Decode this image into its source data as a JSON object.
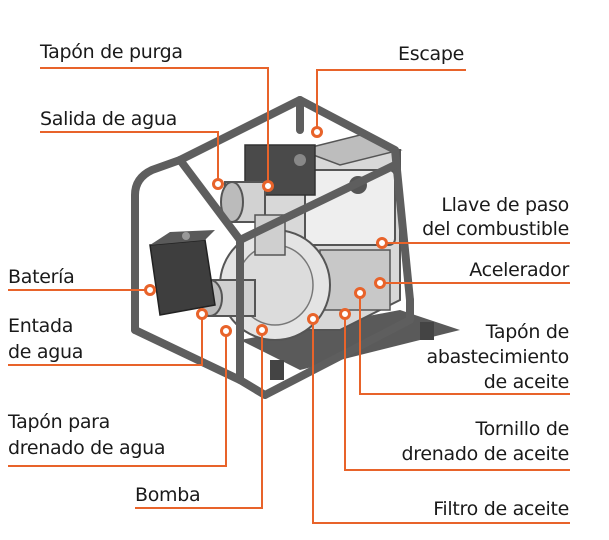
{
  "colors": {
    "leader": "#e8632a",
    "text": "#1a1a1a",
    "frame": "#5e5e5e",
    "engine": "#d9d9d9"
  },
  "labels": {
    "tapon_purga": "Tapón de purga",
    "salida_agua": "Salida de agua",
    "bateria": "Batería",
    "entrada_agua_1": "Entada",
    "entrada_agua_2": "de agua",
    "tapon_drenado_1": "Tapón para",
    "tapon_drenado_2": "drenado de agua",
    "bomba": "Bomba",
    "escape": "Escape",
    "llave_paso_1": "Llave de paso",
    "llave_paso_2": "del combustible",
    "acelerador": "Acelerador",
    "tapon_aceite_1": "Tapón de",
    "tapon_aceite_2": "abastecimiento",
    "tapon_aceite_3": "de aceite",
    "tornillo_1": "Tornillo de",
    "tornillo_2": "drenado de aceite",
    "filtro": "Filtro de aceite"
  }
}
